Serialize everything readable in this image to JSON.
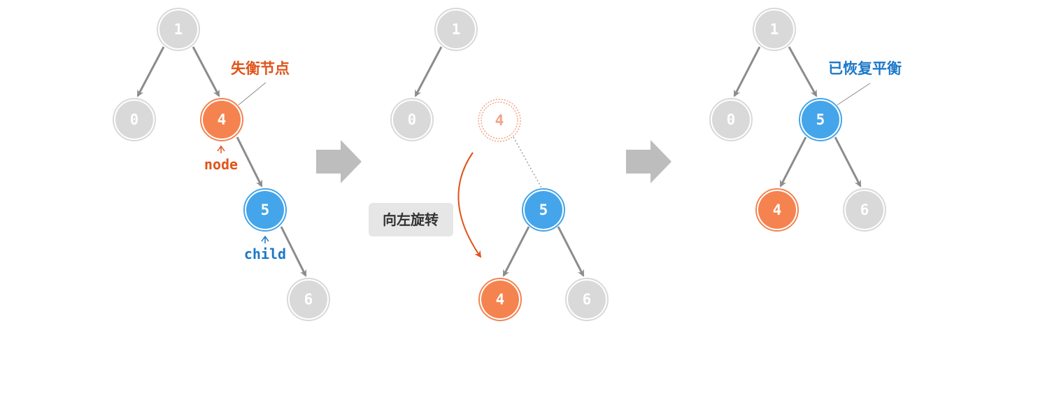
{
  "colors": {
    "gray_node": "#d9d9d9",
    "orange_node": "#f5834f",
    "blue_node": "#44a5ea",
    "edge": "#8c8c8c",
    "orange_text": "#e0541a",
    "blue_text": "#1d78c8",
    "step_arrow": "#bdbdbd",
    "label_bg": "#e6e6e6"
  },
  "panel1": {
    "nodes": {
      "n1": "1",
      "n0": "0",
      "n4": "4",
      "n5": "5",
      "n6": "6"
    },
    "callout": "失衡节点",
    "node_pointer": "node",
    "child_pointer": "child"
  },
  "panel2": {
    "nodes": {
      "n1": "1",
      "n0": "0",
      "n4_old": "4",
      "n5": "5",
      "n4": "4",
      "n6": "6"
    },
    "operation": "向左旋转"
  },
  "panel3": {
    "nodes": {
      "n1": "1",
      "n0": "0",
      "n5": "5",
      "n4": "4",
      "n6": "6"
    },
    "callout": "已恢复平衡"
  }
}
